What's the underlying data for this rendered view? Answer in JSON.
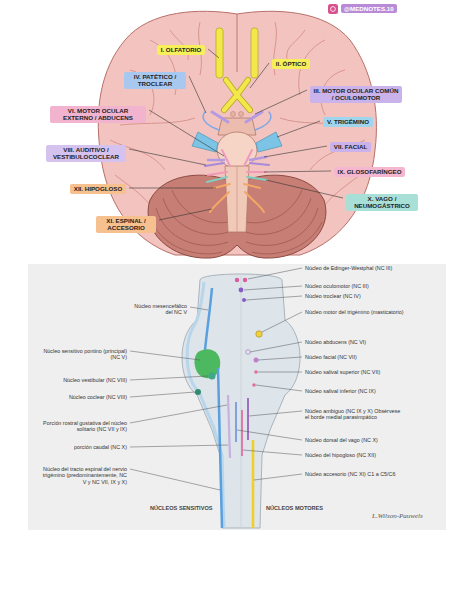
{
  "diagram": {
    "nodes": [
      {
        "text": [
          "I. OLFATORIO"
        ]
      },
      {
        "text": [
          "II. ÓPTICO"
        ]
      },
      {
        "text": [
          "IV. PATÉTICO / TROCLEAR"
        ]
      },
      {
        "text": [
          "III. MOTOR OCULAR COMÚN / OCULOMOTOR"
        ]
      },
      {
        "text": [
          "VI. MOTOR OCULAR EXTERNO / ABDUCENS"
        ]
      },
      {
        "text": [
          "V. TRIGÉMINO"
        ]
      },
      {
        "text": [
          "VII. FACIAL"
        ]
      },
      {
        "text": [
          "VIII. AUDITIVO / VESTIBULOCOCLEAR"
        ]
      },
      {
        "text": [
          "IX. GLOSOFARÍNGEO"
        ]
      },
      {
        "text": [
          "XII. HIPOGLOSO"
        ]
      },
      {
        "text": [
          "X. VAGO / NEUMOGÁSTRICO"
        ]
      },
      {
        "text": [
          "XI. ESPINAL / ACCESORIO"
        ]
      }
    ],
    "labels": [
      "@MEDNOTES.10",
      "Núcleo de Edinger-Westphal (NC III)",
      "Núcleo oculomotor (NC III)",
      "Núcleo troclear (NC IV)",
      "Núcleo motor del trigémino (masticatorio)",
      "Núcleo abducens (NC VI)",
      "Núcleo facial (NC VII)",
      "Núcleo salival superior (NC VII)",
      "Núcleo salival inferior (NC IX)",
      "Núcleo ambiguo (NC IX y X) Obsérvese el borde medial parasimpático",
      "Núcleo dorsal del vago (NC X)",
      "Núcleo del hipogloso (NC XII)",
      "Núcleo accesorio (NC XI) C1 a C5/C6",
      "Núcleo mesencefálico del NC V",
      "Núcleo sensitivo pontino (principal) (NC V)",
      "Núcleo vestibular (NC VIII)",
      "Núcleo coclear (NC VIII)",
      "Porción rostral gustativa del núcleo solitario (NC VII y IX)",
      "porción caudal (NC X)",
      "Núcleo del tracto espinal del nervio trigémino (predominantemente, NC V y NC VII, IX y X)",
      "NÚCLEOS SENSITIVOS",
      "NÚCLEOS MOTORES",
      "L.Wilson-Pauwels"
    ]
  }
}
